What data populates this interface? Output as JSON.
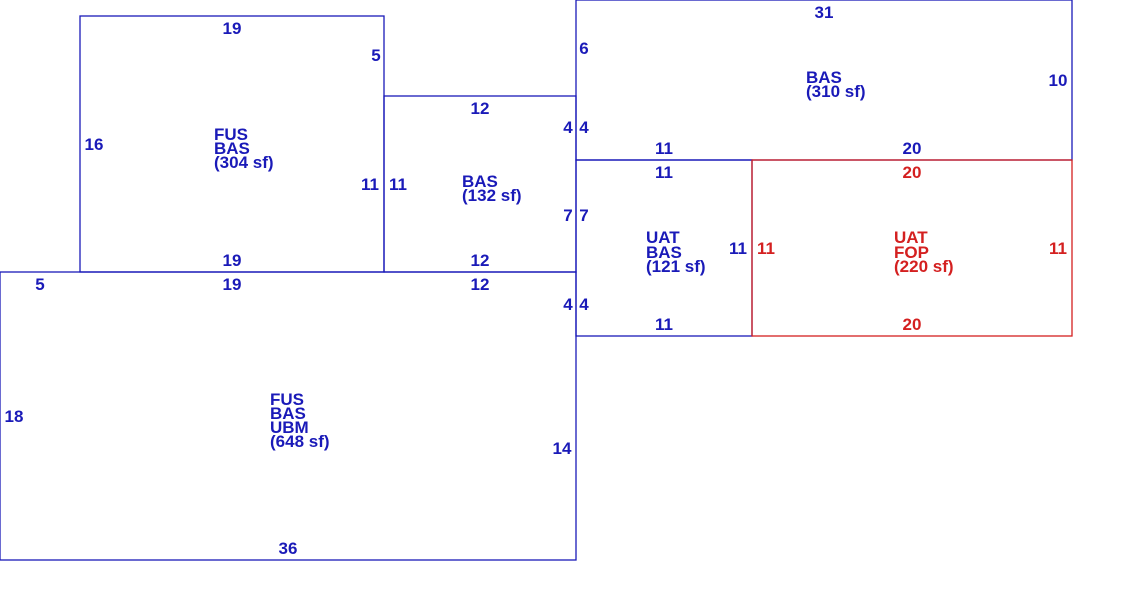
{
  "colors": {
    "primary": "#1a1ab8",
    "highlight": "#d42020"
  },
  "areas": [
    {
      "id": "upper-left",
      "color": "primary",
      "codes": [
        "FUS",
        "BAS"
      ],
      "area_text": "(304 sf)",
      "dimensions": [
        "19",
        "5",
        "16",
        "11",
        "19"
      ]
    },
    {
      "id": "middle",
      "color": "primary",
      "codes": [
        "BAS"
      ],
      "area_text": "(132 sf)",
      "dimensions": [
        "12",
        "4",
        "11",
        "7",
        "12"
      ]
    },
    {
      "id": "top-right",
      "color": "primary",
      "codes": [
        "BAS"
      ],
      "area_text": "(310 sf)",
      "dimensions": [
        "31",
        "6",
        "10",
        "4",
        "11",
        "20"
      ]
    },
    {
      "id": "center-right",
      "color": "primary",
      "codes": [
        "UAT",
        "BAS"
      ],
      "area_text": "(121 sf)",
      "dimensions": [
        "11",
        "7",
        "11",
        "4",
        "11"
      ]
    },
    {
      "id": "porch",
      "color": "highlight",
      "codes": [
        "UAT",
        "FOP"
      ],
      "area_text": "(220 sf)",
      "dimensions": [
        "20",
        "11",
        "11",
        "20"
      ]
    },
    {
      "id": "lower",
      "color": "primary",
      "codes": [
        "FUS",
        "BAS",
        "UBM"
      ],
      "area_text": "(648 sf)",
      "dimensions": [
        "5",
        "19",
        "12",
        "4",
        "18",
        "14",
        "36"
      ]
    }
  ]
}
